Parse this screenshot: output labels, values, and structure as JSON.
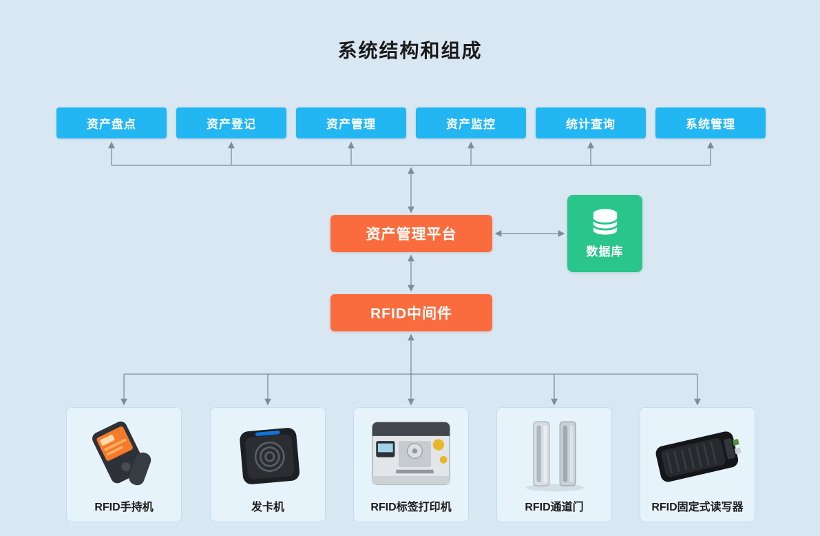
{
  "title": "系统结构和组成",
  "colors": {
    "background": "#d9e7f3",
    "module_blue": "#22b6f3",
    "platform_orange": "#fa6c3d",
    "database_green": "#2ac58a",
    "device_card_fill": "#e7f3fb",
    "device_card_border": "#bfdff2",
    "connector_gray": "#7e8d9c",
    "text_dark": "#1a1a1a",
    "text_white": "#ffffff"
  },
  "top_modules": [
    {
      "label": "资产盘点"
    },
    {
      "label": "资产登记"
    },
    {
      "label": "资产管理"
    },
    {
      "label": "资产监控"
    },
    {
      "label": "统计查询"
    },
    {
      "label": "系统管理"
    }
  ],
  "platform": {
    "label": "资产管理平台"
  },
  "database": {
    "label": "数据库",
    "icon": "database-cylinder-icon"
  },
  "middleware": {
    "label": "RFID中间件"
  },
  "devices": [
    {
      "label": "RFID手持机",
      "icon": "rfid-handheld-icon"
    },
    {
      "label": "发卡机",
      "icon": "card-issuer-icon"
    },
    {
      "label": "RFID标签打印机",
      "icon": "rfid-label-printer-icon"
    },
    {
      "label": "RFID通道门",
      "icon": "rfid-gate-icon"
    },
    {
      "label": "RFID固定式读写器",
      "icon": "rfid-fixed-reader-icon"
    }
  ]
}
